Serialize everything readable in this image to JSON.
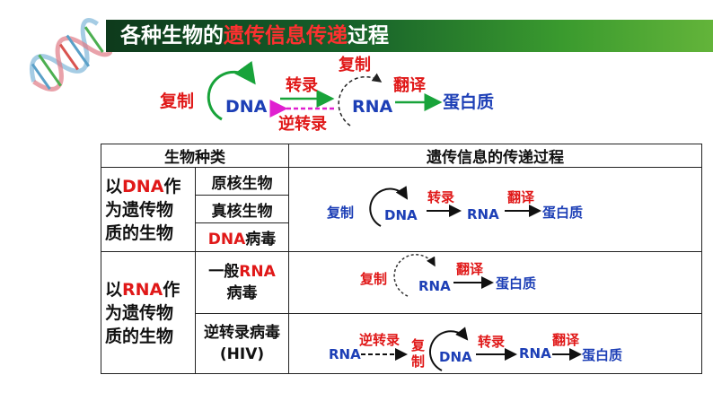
{
  "title": {
    "prefix": "各种生物的",
    "highlight": "遗传信息传递",
    "suffix": "过程"
  },
  "top_diagram": {
    "replicate_dna": "复制",
    "dna": "DNA",
    "transcription": "转录",
    "reverse_transcription": "逆转录",
    "replicate_rna": "复制",
    "rna": "RNA",
    "translation": "翻译",
    "protein": "蛋白质"
  },
  "table": {
    "headers": {
      "organism_type": "生物种类",
      "process": "遗传信息的传递过程"
    },
    "group_dna": {
      "line1_pre": "以",
      "line1_hl": "DNA",
      "line1_post": "作",
      "line2": "为遗传物",
      "line3": "质的生物"
    },
    "prokaryote": "原核生物",
    "eukaryote": "真核生物",
    "dna_virus": {
      "hl": "DNA",
      "rest": "病毒"
    },
    "group_rna": {
      "line1_pre": "以",
      "line1_hl": "RNA",
      "line1_post": "作",
      "line2": "为遗传物",
      "line3": "质的生物"
    },
    "rna_virus": {
      "line1_pre": "一般",
      "line1_hl": "RNA",
      "line2": "病毒"
    },
    "retrovirus": {
      "line1": "逆转录病毒",
      "line2": "(HIV)"
    },
    "row_dna": {
      "replicate": "复制",
      "dna": "DNA",
      "transcription": "转录",
      "rna": "RNA",
      "translation": "翻译",
      "protein": "蛋白质"
    },
    "row_rna_virus": {
      "replicate": "复制",
      "rna": "RNA",
      "translation": "翻译",
      "protein": "蛋白质"
    },
    "row_retro": {
      "rna_start": "RNA",
      "reverse_transcription": "逆转录",
      "replicate": "复制",
      "dna": "DNA",
      "transcription": "转录",
      "rna": "RNA",
      "translation": "翻译",
      "protein": "蛋白质"
    }
  }
}
